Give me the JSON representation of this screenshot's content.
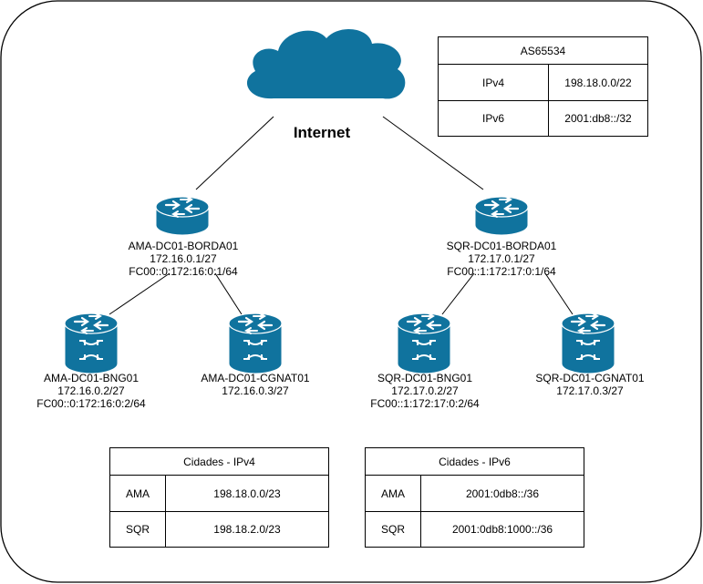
{
  "cloud_label": "Internet",
  "routers": {
    "ama_borda": {
      "name": "AMA-DC01-BORDA01",
      "ipv4": "172.16.0.1/27",
      "ipv6": "FC00::0:172:16:0:1/64"
    },
    "sqr_borda": {
      "name": "SQR-DC01-BORDA01",
      "ipv4": "172.17.0.1/27",
      "ipv6": "FC00::1:172:17:0:1/64"
    },
    "ama_bng": {
      "name": "AMA-DC01-BNG01",
      "ipv4": "172.16.0.2/27",
      "ipv6": "FC00::0:172:16:0:2/64"
    },
    "ama_cgnat": {
      "name": "AMA-DC01-CGNAT01",
      "ipv4": "172.16.0.3/27"
    },
    "sqr_bng": {
      "name": "SQR-DC01-BNG01",
      "ipv4": "172.17.0.2/27",
      "ipv6": "FC00::1:172:17:0:2/64"
    },
    "sqr_cgnat": {
      "name": "SQR-DC01-CGNAT01",
      "ipv4": "172.17.0.3/27"
    }
  },
  "as_table": {
    "title": "AS65534",
    "rows": [
      {
        "label": "IPv4",
        "value": "198.18.0.0/22"
      },
      {
        "label": "IPv6",
        "value": "2001:db8::/32"
      }
    ]
  },
  "cidades_ipv4": {
    "title": "Cidades - IPv4",
    "rows": [
      {
        "label": "AMA",
        "value": "198.18.0.0/23"
      },
      {
        "label": "SQR",
        "value": "198.18.2.0/23"
      }
    ]
  },
  "cidades_ipv6": {
    "title": "Cidades - IPv6",
    "rows": [
      {
        "label": "AMA",
        "value": "2001:0db8::/36"
      },
      {
        "label": "SQR",
        "value": "2001:0db8:1000::/36"
      }
    ]
  },
  "colors": {
    "device": "#10739E",
    "device_dark": "#0B5C80",
    "border": "#000000"
  }
}
